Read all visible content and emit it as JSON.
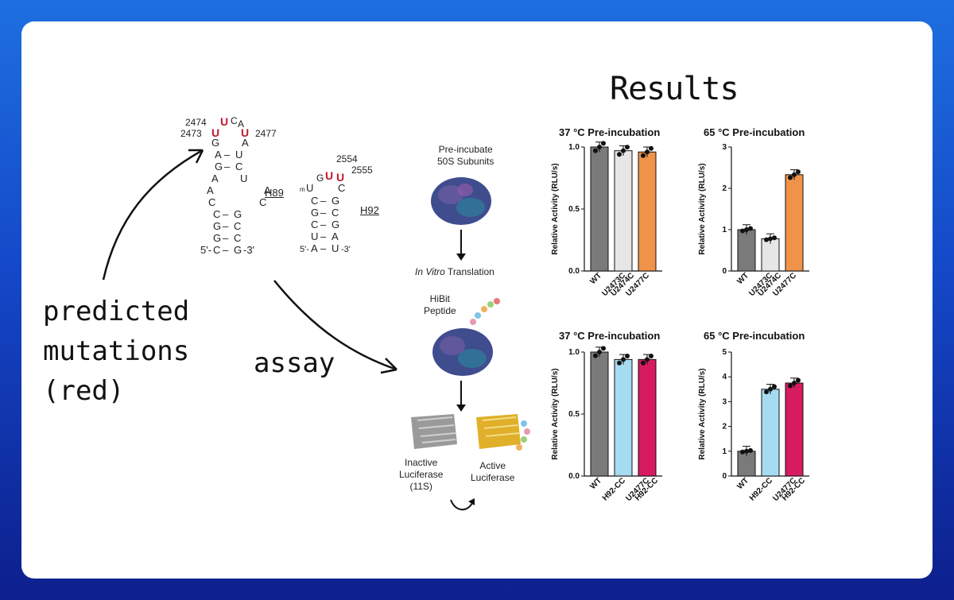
{
  "results_title": "Results",
  "annotations": {
    "predicted": "predicted\nmutations\n(red)",
    "assay": "assay"
  },
  "h89": {
    "label": "H89",
    "num_2474": "2474",
    "num_2473": "2473",
    "num_2477": "2477",
    "loop_u1": "U",
    "loop_u2": "U",
    "loop_c": "C",
    "loop_a": "A",
    "end5": "5'-",
    "end3": "-3'",
    "colors": {
      "mutation": "#c0182b"
    }
  },
  "h92": {
    "label": "H92",
    "num_2554": "2554",
    "num_2555": "2555",
    "mod": "m",
    "end5": "5'-",
    "end3": "-3'"
  },
  "workflow": {
    "step1": "Pre-incubate\n50S Subunits",
    "step2_italic": "In Vitro",
    "step2_rest": " Translation",
    "hibit": "HiBit\nPeptide",
    "inactive": "Inactive\nLuciferase\n(11S)",
    "active": "Active\nLuciferase"
  },
  "charts": [
    {
      "title": "37 °C Pre-incubation",
      "ylabel": "Relative Activity (RLU/s)",
      "ylim": [
        0,
        1.0
      ],
      "yticks": [
        "0.0",
        "0.5",
        "1.0"
      ],
      "categories": [
        "WT",
        "U2473C\nU2474C",
        "U2477C"
      ],
      "values": [
        1.0,
        0.97,
        0.96
      ],
      "colors": [
        "#7a7a7a",
        "#e6e6e6",
        "#f0934a"
      ]
    },
    {
      "title": "65 °C Pre-incubation",
      "ylabel": "Relative Activity (RLU/s)",
      "ylim": [
        0,
        3
      ],
      "yticks": [
        "0",
        "1",
        "2",
        "3"
      ],
      "categories": [
        "WT",
        "U2473C\nU2474C",
        "U2477C"
      ],
      "values": [
        1.0,
        0.78,
        2.33
      ],
      "colors": [
        "#7a7a7a",
        "#e6e6e6",
        "#f0934a"
      ]
    },
    {
      "title": "37 °C Pre-incubation",
      "ylabel": "Relative Activity (RLU/s)",
      "ylim": [
        0,
        1.0
      ],
      "yticks": [
        "0.0",
        "0.5",
        "1.0"
      ],
      "categories": [
        "WT",
        "H92-CC",
        "U2477C\nH92-CC"
      ],
      "values": [
        1.0,
        0.94,
        0.94
      ],
      "colors": [
        "#7a7a7a",
        "#a6dcf2",
        "#d81b60"
      ]
    },
    {
      "title": "65 °C Pre-incubation",
      "ylabel": "Relative Activity (RLU/s)",
      "ylim": [
        0,
        5
      ],
      "yticks": [
        "0",
        "1",
        "2",
        "3",
        "4",
        "5"
      ],
      "categories": [
        "WT",
        "H92-CC",
        "U2477C\nH92-CC"
      ],
      "values": [
        1.0,
        3.5,
        3.75
      ],
      "colors": [
        "#7a7a7a",
        "#a6dcf2",
        "#d81b60"
      ]
    }
  ]
}
